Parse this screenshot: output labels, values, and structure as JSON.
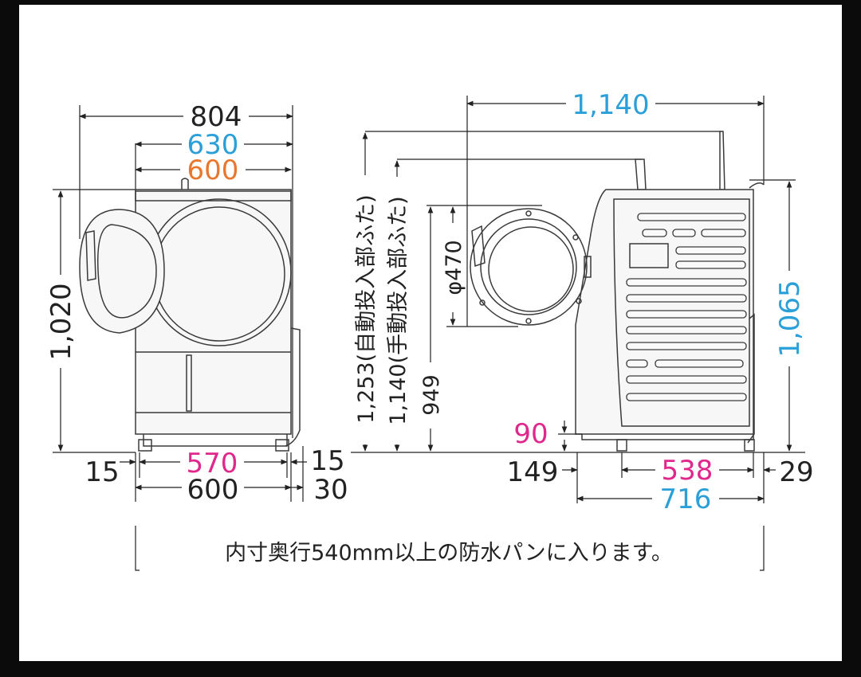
{
  "colors": {
    "background": "#0b0b0b",
    "panel": "#ffffff",
    "ink": "#222222",
    "blue": "#2a9fd8",
    "orange": "#e9772e",
    "magenta": "#e0288c"
  },
  "front_view": {
    "width_overall": "804",
    "width_lid_opening": "630",
    "width_top": "600",
    "height": "1,020",
    "foot_inset_left": "15",
    "foot_span": "570",
    "foot_inset_right": "15",
    "base_width": "600",
    "right_protrusion": "30"
  },
  "side_view": {
    "depth_overall": "1,140",
    "height_auto_lid": "1,253(自動投入部ふた)",
    "height_manual_lid": "1,140(手動投入部ふた)",
    "door_center_height": "949",
    "door_diameter": "φ470",
    "height_body": "1,065",
    "bottom_clearance": "90",
    "front_overhang": "149",
    "foot_span": "538",
    "rear_offset": "29",
    "depth_body": "716"
  },
  "note": "内寸奥行540mm以上の防水パンに入ります。"
}
